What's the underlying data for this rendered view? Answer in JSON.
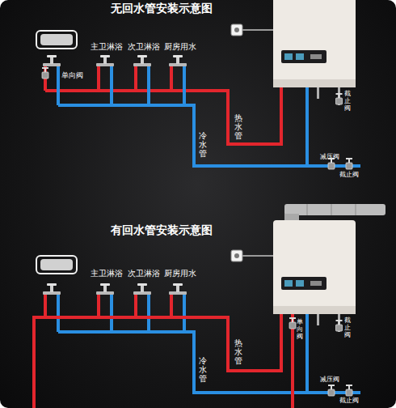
{
  "diagram": {
    "labels": [
      "无回水管安装示意图",
      "主卫淋浴",
      "次卫淋浴",
      "厨房用水",
      "单向阀",
      "热水管",
      "冷水管",
      "截止阀",
      "减压阀",
      "截止阀",
      "有回水管安装示意图",
      "主卫淋浴",
      "次卫淋浴",
      "厨房用水",
      "单向阀",
      "热水管",
      "冷水管",
      "截止阀",
      "减压阀",
      "截止阀"
    ]
  }
}
